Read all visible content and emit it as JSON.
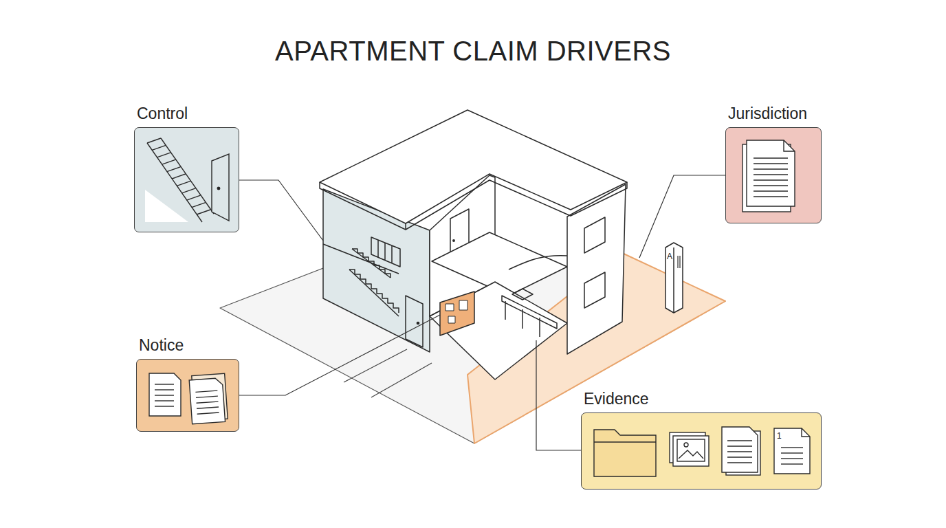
{
  "diagram": {
    "title": "APARTMENT CLAIM DRIVERS",
    "nodes": [
      {
        "text": [
          "Control"
        ]
      },
      {
        "text": [
          "Jurisdiction"
        ]
      },
      {
        "text": [
          "Notice"
        ]
      },
      {
        "text": [
          "Evidence"
        ]
      }
    ],
    "edges": [],
    "labels": [
      "A",
      "1"
    ]
  }
}
